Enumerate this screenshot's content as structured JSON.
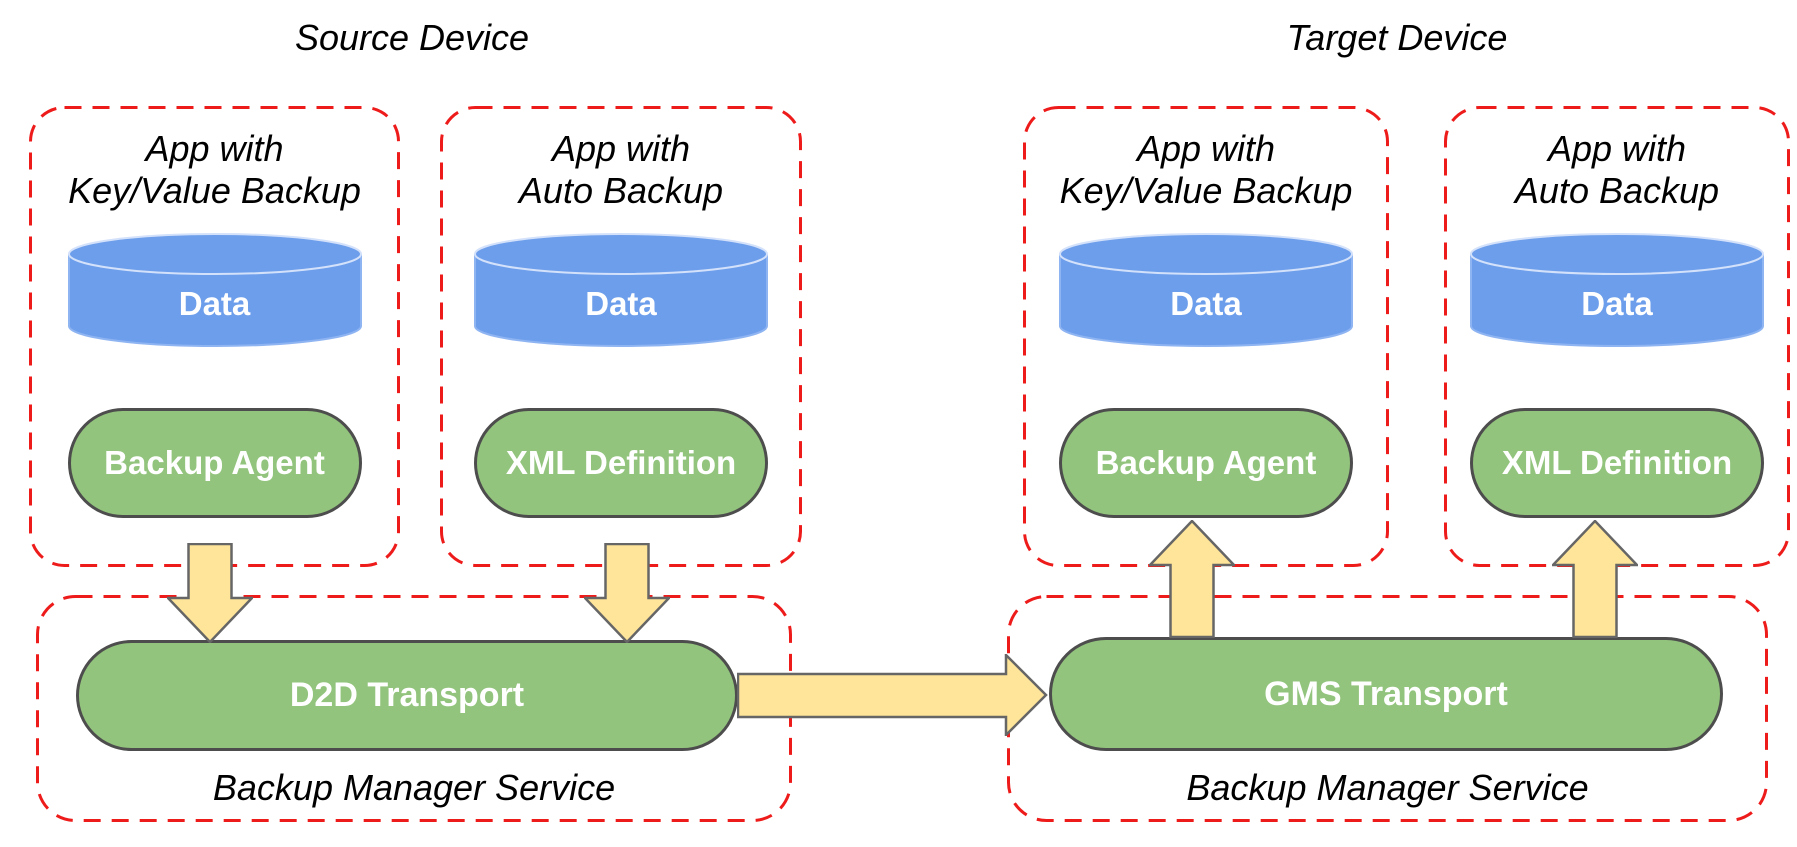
{
  "source": {
    "title": "Source Device",
    "apps": [
      {
        "label_line1": "App with",
        "label_line2": "Key/Value Backup",
        "data_label": "Data",
        "component": "Backup Agent"
      },
      {
        "label_line1": "App with",
        "label_line2": "Auto Backup",
        "data_label": "Data",
        "component": "XML Definition"
      }
    ],
    "manager": {
      "transport": "D2D Transport",
      "label": "Backup Manager Service"
    }
  },
  "target": {
    "title": "Target Device",
    "apps": [
      {
        "label_line1": "App with",
        "label_line2": "Key/Value Backup",
        "data_label": "Data",
        "component": "Backup Agent"
      },
      {
        "label_line1": "App with",
        "label_line2": "Auto Backup",
        "data_label": "Data",
        "component": "XML Definition"
      }
    ],
    "manager": {
      "transport": "GMS Transport",
      "label": "Backup Manager Service"
    }
  },
  "arrows": [
    {
      "name": "down-arrow-backup-agent",
      "direction": "down",
      "from": "Backup Agent",
      "to": "D2D Transport"
    },
    {
      "name": "down-arrow-xml-definition",
      "direction": "down",
      "from": "XML Definition",
      "to": "D2D Transport"
    },
    {
      "name": "transport-flow-arrow",
      "direction": "right",
      "from": "D2D Transport",
      "to": "GMS Transport"
    },
    {
      "name": "up-arrow-backup-agent",
      "direction": "up",
      "from": "GMS Transport",
      "to": "Backup Agent"
    },
    {
      "name": "up-arrow-xml-definition",
      "direction": "up",
      "from": "GMS Transport",
      "to": "XML Definition"
    }
  ],
  "colors": {
    "red_dashed": "#EE1B1B",
    "green_fill": "#93C47D",
    "green_border": "#4D4D4D",
    "blue_fill": "#6D9EEB",
    "yellow_fill": "#FFE599",
    "arrow_border": "#666666",
    "text_dark": "#000000",
    "text_light": "#FFFFFF"
  }
}
